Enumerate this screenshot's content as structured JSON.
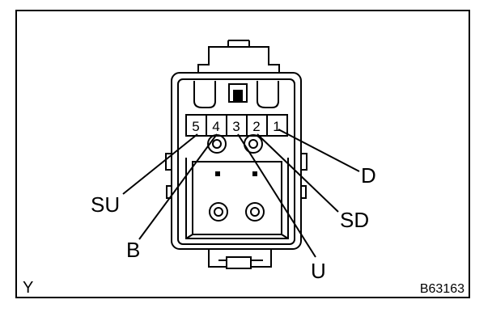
{
  "pins": [
    {
      "number": "5",
      "signal": "SU"
    },
    {
      "number": "4",
      "signal": "B"
    },
    {
      "number": "3",
      "signal": "U"
    },
    {
      "number": "2",
      "signal": "SD"
    },
    {
      "number": "1",
      "signal": "D"
    }
  ],
  "callouts": {
    "su": "SU",
    "b": "B",
    "u": "U",
    "sd": "SD",
    "d": "D"
  },
  "corner_left": "Y",
  "figure_code": "B63163",
  "colors": {
    "line": "#000000",
    "background": "#ffffff"
  }
}
